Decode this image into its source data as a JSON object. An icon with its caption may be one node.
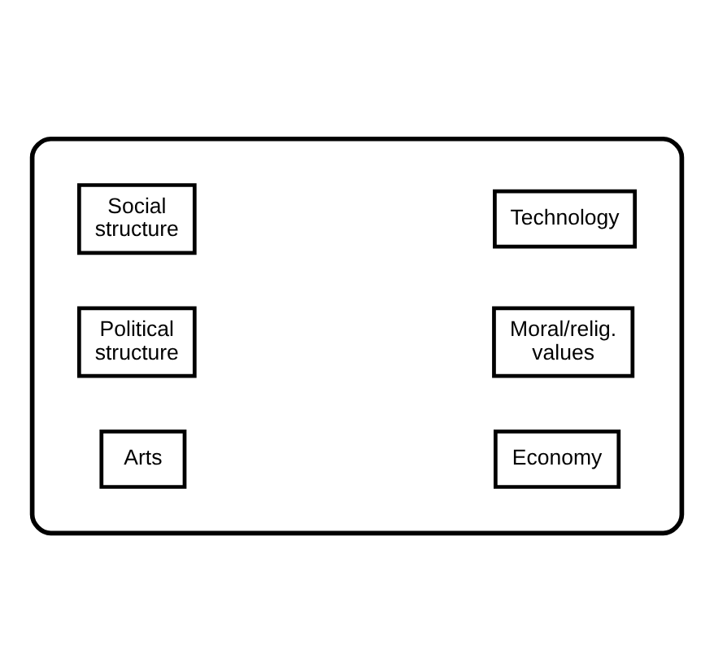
{
  "diagram": {
    "nodes": [
      {
        "text": [],
        "shape": "box"
      },
      {
        "text": [
          "Social structure"
        ],
        "in": 0
      },
      {
        "text": [
          "Technology"
        ],
        "in": 0
      },
      {
        "text": [
          "Political structure"
        ],
        "in": 0
      },
      {
        "text": [
          "Moral/relig. values"
        ],
        "in": 0
      },
      {
        "text": [
          "Arts"
        ],
        "in": 0
      },
      {
        "text": [
          "Economy"
        ],
        "in": 0
      }
    ],
    "edges": []
  }
}
